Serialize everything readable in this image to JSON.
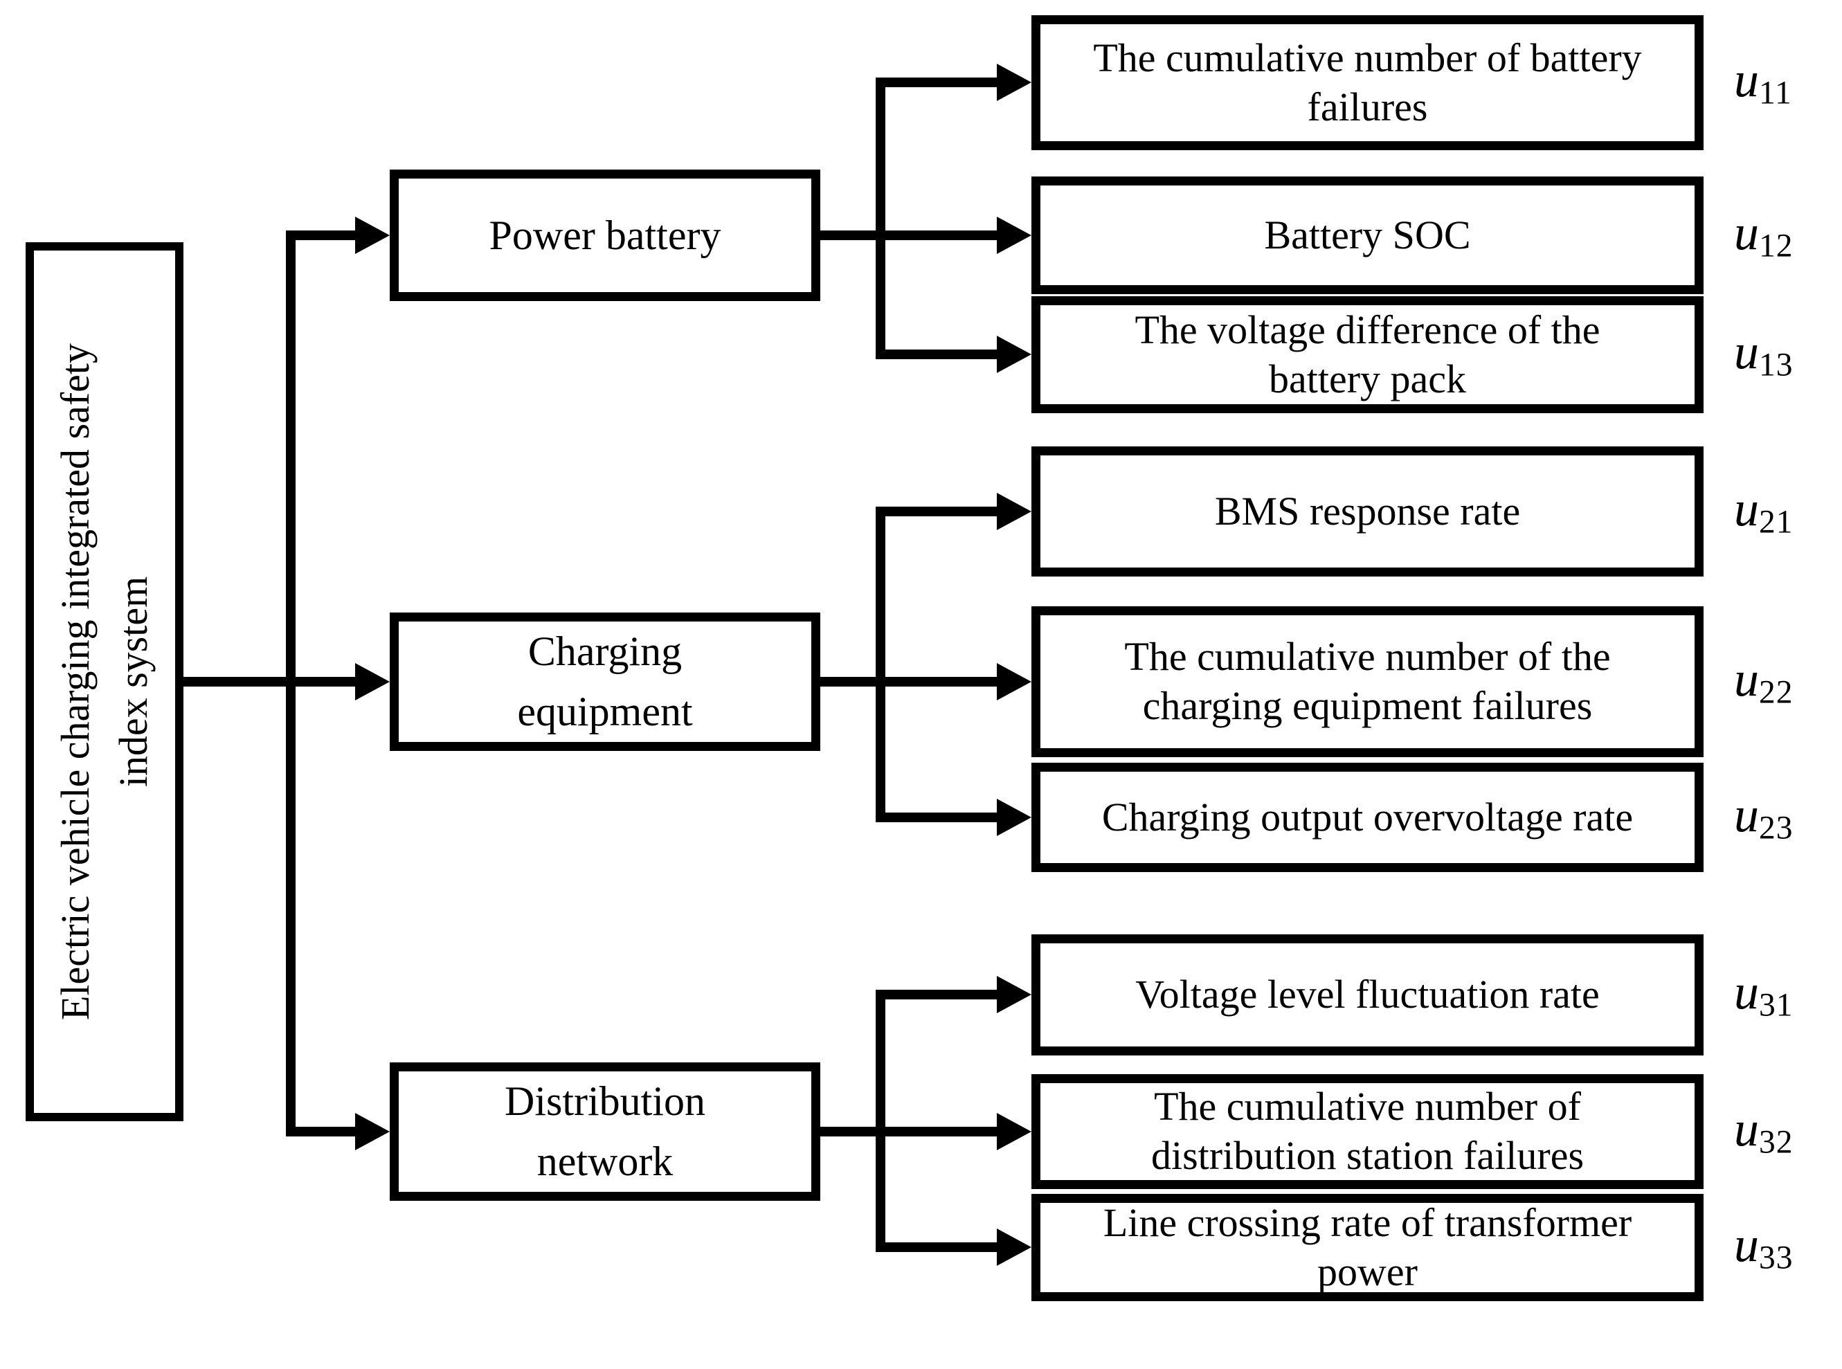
{
  "colors": {
    "ink": "#000000",
    "background": "#ffffff"
  },
  "diagram": {
    "root": {
      "label": "Electric vehicle charging integrated safety index system",
      "line1": "Electric vehicle charging integrated safety",
      "line2": "index system"
    },
    "groups": [
      {
        "label": "Power battery",
        "indicators": [
          {
            "text": "The cumulative number of battery failures",
            "symbol": "u",
            "sub": "11"
          },
          {
            "text": "Battery SOC",
            "symbol": "u",
            "sub": "12"
          },
          {
            "text": "The voltage difference of the battery pack",
            "symbol": "u",
            "sub": "13"
          }
        ]
      },
      {
        "label": "Charging equipment",
        "indicators": [
          {
            "text": "BMS response rate",
            "symbol": "u",
            "sub": "21"
          },
          {
            "text": "The cumulative number of the charging equipment failures",
            "symbol": "u",
            "sub": "22"
          },
          {
            "text": "Charging output overvoltage rate",
            "symbol": "u",
            "sub": "23"
          }
        ]
      },
      {
        "label": "Distribution network",
        "indicators": [
          {
            "text": "Voltage level fluctuation rate",
            "symbol": "u",
            "sub": "31"
          },
          {
            "text": "The cumulative number of distribution station failures",
            "symbol": "u",
            "sub": "32"
          },
          {
            "text": "Line crossing rate of transformer power",
            "symbol": "u",
            "sub": "33"
          }
        ]
      }
    ]
  }
}
